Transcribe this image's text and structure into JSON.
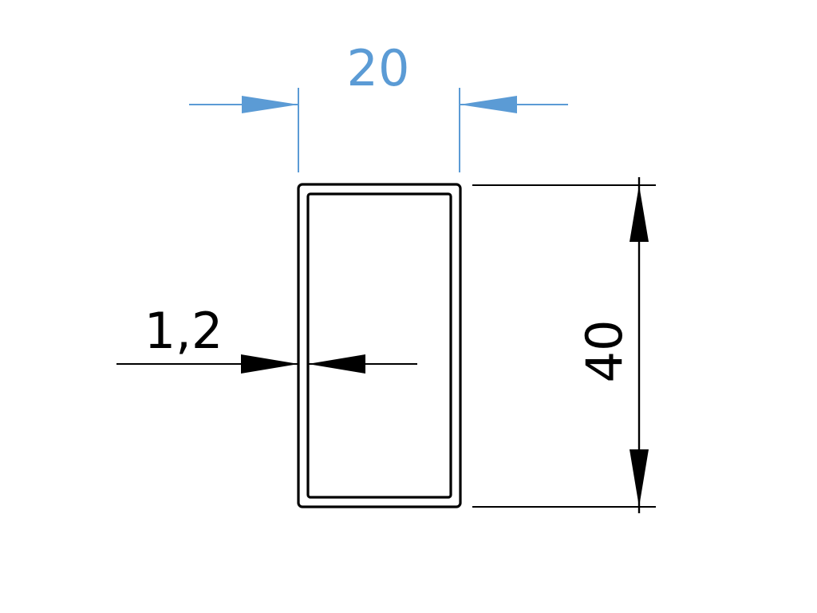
{
  "colors": {
    "background": "#ffffff",
    "outline": "#000000",
    "width_dimension": "#5b9bd5",
    "other_dimensions": "#000000"
  },
  "dimensions": {
    "width": {
      "label": "20"
    },
    "height": {
      "label": "40"
    },
    "wall_thickness": {
      "label": "1,2"
    }
  }
}
